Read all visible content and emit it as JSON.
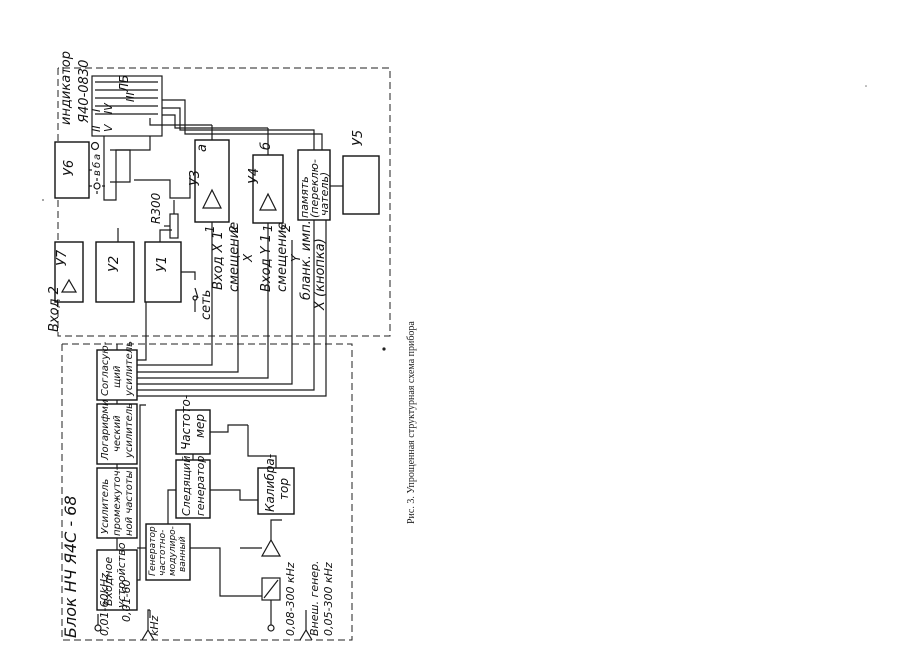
{
  "caption": "Рис. 3. Упрощенная структурная схема прибора",
  "indicator_unit": {
    "title": "индикатор",
    "model": "Я40-0830",
    "tube": "ЛБ",
    "blocks": {
      "u6": "У6",
      "u7": "У7",
      "u2": "У2",
      "u1": "У1",
      "u3": "У3",
      "u4": "У4",
      "u5": "У5",
      "memory": [
        "память",
        "(переклю-",
        "чатель)"
      ]
    },
    "resistor": "R300",
    "labels": {
      "input2": "Вход 2",
      "mains": "сеть",
      "input_x1": "Вход X 1",
      "offset_x": "смещение",
      "x": "X",
      "input_y1": "Вход Y 1",
      "offset_y": "смещение",
      "y": "Y",
      "blank_pulse": "бланк. имп.",
      "x_button": "X (кнопка)",
      "a": "a",
      "b": "б",
      "pin1": "1",
      "pin2": "2",
      "plates": [
        "I",
        "II",
        "III",
        "IV",
        "V"
      ],
      "grids": [
        "а",
        "б",
        "в"
      ]
    }
  },
  "lf_unit": {
    "title": "Блок НЧ Я4С - 68",
    "blocks": {
      "input_device": [
        "Входное",
        "устройство"
      ],
      "amplifier": [
        "Усилитель",
        "промежуточ-",
        "ной частоты"
      ],
      "log_amp": [
        "Логарифми-",
        "ческий",
        "усилитель"
      ],
      "matching_amp": [
        "Согласую-",
        "щий",
        "усилитель"
      ],
      "sweep_gen": [
        "Генератор",
        "частотно-",
        "модулиро-",
        "ванный"
      ],
      "tracking_gen": [
        "Следящий",
        "генератор"
      ],
      "freq_meter": [
        "Частото-",
        "мер"
      ],
      "calibrator": [
        "Калибра-",
        "тор"
      ]
    },
    "labels": {
      "in1": "0,01-60kHz",
      "in2_range": "0,01-60",
      "in2_unit": "kHz",
      "out_range": "0,08-300 кHz",
      "ext_gen": "Внеш. генер.",
      "ext_range": "0,05-300 кHz"
    }
  }
}
